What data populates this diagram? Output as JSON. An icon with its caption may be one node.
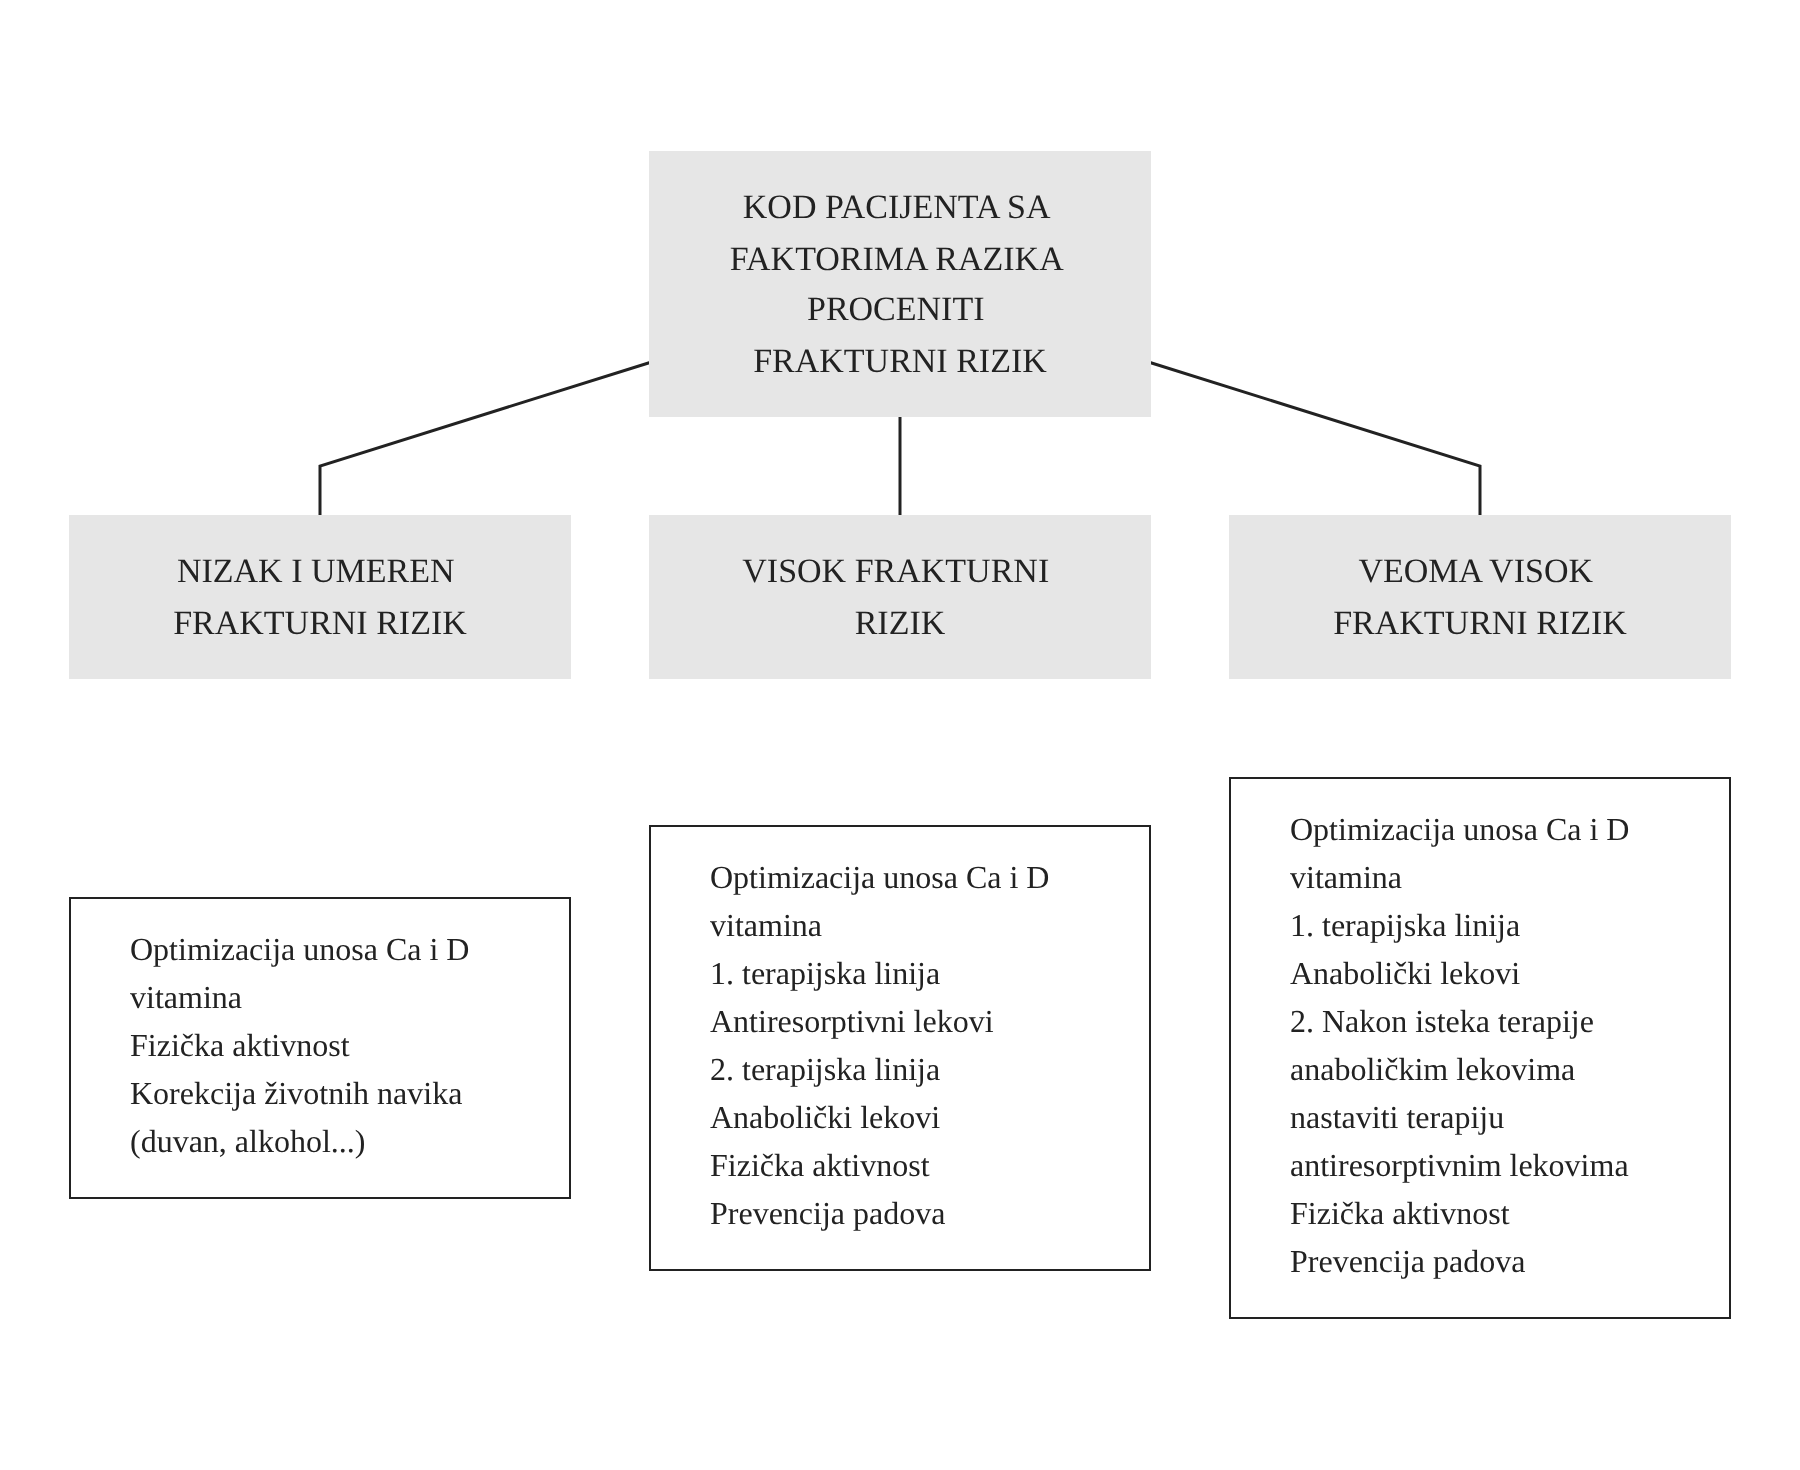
{
  "diagram": {
    "nodes": [
      {
        "text": [
          "KOD PACIJENTA SA FAKTORIMA RAZIKA PROCENITI FRAKTURNI RIZIK"
        ]
      },
      {
        "text": [
          "NIZAK I UMEREN FRAKTURNI RIZIK"
        ]
      },
      {
        "text": [
          "VISOK FRAKTURNI RIZIK"
        ]
      },
      {
        "text": [
          "VEOMA VISOK FRAKTURNI RIZIK"
        ]
      },
      {
        "text": [
          "Optimizacija unosa Ca i D vitamina",
          "Fizička aktivnost",
          "Korekcija životnih navika (duvan, alkohol...)"
        ]
      },
      {
        "text": [
          "Optimizacija unosa Ca i D vitamina",
          "1. terapijska linija Antiresorptivni lekovi",
          "2. terapijska linija Anabolički lekovi",
          "Fizička aktivnost",
          "Prevencija padova"
        ]
      },
      {
        "text": [
          "Optimizacija unosa Ca i D vitamina",
          "1. terapijska linija Anabolički lekovi",
          "2. Nakon isteka terapije anaboličkim lekovima nastaviti terapiju antiresorptivnim lekovima",
          "Fizička aktivnost",
          "Prevencija padova"
        ]
      }
    ],
    "edges": [
      {
        "from": 0,
        "to": 1,
        "arrow": "none"
      },
      {
        "from": 0,
        "to": 2,
        "arrow": "none"
      },
      {
        "from": 0,
        "to": 3,
        "arrow": "none"
      }
    ]
  }
}
